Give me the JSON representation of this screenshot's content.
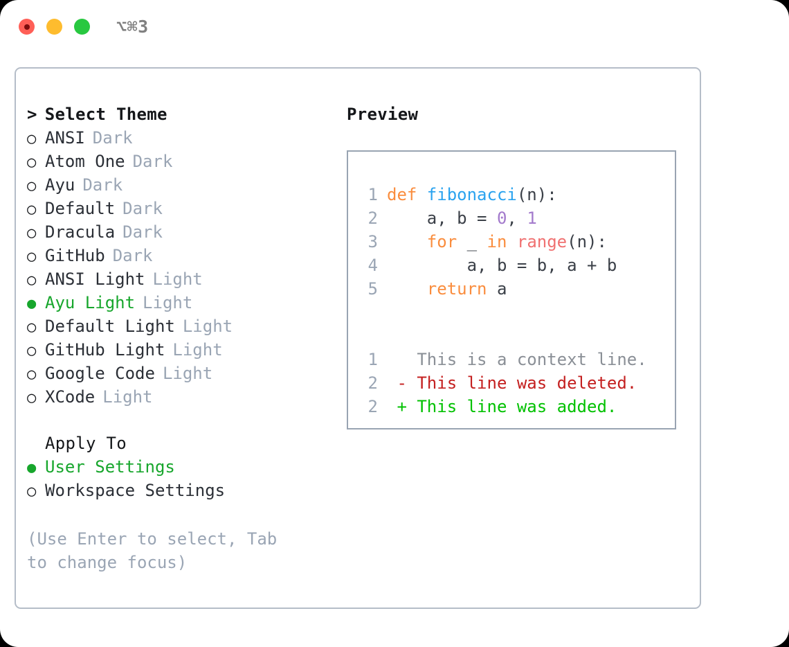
{
  "window": {
    "title": "⌥⌘3",
    "traffic_lights": [
      {
        "name": "close",
        "color": "#ff5f57"
      },
      {
        "name": "minimize",
        "color": "#febc2e"
      },
      {
        "name": "maximize",
        "color": "#28c840"
      }
    ]
  },
  "theme_picker": {
    "header": "Select Theme",
    "caret": ">",
    "marker_selected": "●",
    "marker_unselected": "○",
    "items": [
      {
        "name": "ANSI",
        "variant": "Dark",
        "selected": false
      },
      {
        "name": "Atom One",
        "variant": "Dark",
        "selected": false
      },
      {
        "name": "Ayu",
        "variant": "Dark",
        "selected": false
      },
      {
        "name": "Default",
        "variant": "Dark",
        "selected": false
      },
      {
        "name": "Dracula",
        "variant": "Dark",
        "selected": false
      },
      {
        "name": "GitHub",
        "variant": "Dark",
        "selected": false
      },
      {
        "name": "ANSI Light",
        "variant": "Light",
        "selected": false
      },
      {
        "name": "Ayu Light",
        "variant": "Light",
        "selected": true
      },
      {
        "name": "Default Light",
        "variant": "Light",
        "selected": false
      },
      {
        "name": "GitHub Light",
        "variant": "Light",
        "selected": false
      },
      {
        "name": "Google Code",
        "variant": "Light",
        "selected": false
      },
      {
        "name": "XCode",
        "variant": "Light",
        "selected": false
      }
    ]
  },
  "apply_to": {
    "header": "Apply To",
    "options": [
      {
        "label": "User Settings",
        "selected": true
      },
      {
        "label": "Workspace Settings",
        "selected": false
      }
    ]
  },
  "hint": "(Use Enter to select, Tab to change focus)",
  "preview": {
    "header": "Preview",
    "code_lines": [
      {
        "lineno": "1",
        "tokens": [
          {
            "text": "def ",
            "kind": "kw"
          },
          {
            "text": "fibonacci",
            "kind": "fn"
          },
          {
            "text": "(n):",
            "kind": "plain"
          }
        ]
      },
      {
        "lineno": "2",
        "tokens": [
          {
            "text": "    a, b = ",
            "kind": "plain"
          },
          {
            "text": "0",
            "kind": "num"
          },
          {
            "text": ", ",
            "kind": "plain"
          },
          {
            "text": "1",
            "kind": "num"
          }
        ]
      },
      {
        "lineno": "3",
        "tokens": [
          {
            "text": "    ",
            "kind": "plain"
          },
          {
            "text": "for",
            "kind": "kw"
          },
          {
            "text": " _ ",
            "kind": "plain"
          },
          {
            "text": "in",
            "kind": "kw"
          },
          {
            "text": " ",
            "kind": "plain"
          },
          {
            "text": "range",
            "kind": "builtin"
          },
          {
            "text": "(n):",
            "kind": "plain"
          }
        ]
      },
      {
        "lineno": "4",
        "tokens": [
          {
            "text": "        a, b = b, a + b",
            "kind": "plain"
          }
        ]
      },
      {
        "lineno": "5",
        "tokens": [
          {
            "text": "    ",
            "kind": "plain"
          },
          {
            "text": "return",
            "kind": "kw"
          },
          {
            "text": " a",
            "kind": "plain"
          }
        ]
      }
    ],
    "diff_lines": [
      {
        "lineno": "1",
        "sign": " ",
        "text": " This is a context line.",
        "kind": "ctx"
      },
      {
        "lineno": "2",
        "sign": "-",
        "text": " This line was deleted.",
        "kind": "del"
      },
      {
        "lineno": "2",
        "sign": "+",
        "text": " This line was added.",
        "kind": "add"
      }
    ]
  },
  "colors": {
    "accent_green": "#17a62c",
    "muted_gray": "#9aa5b4",
    "panel_border": "#b5bdc8",
    "code_border": "#99a4b2",
    "kw_orange": "#fa8d3e",
    "fn_blue": "#2aa3ef",
    "num_purple": "#a37acc",
    "builtin_salmon": "#f07171",
    "diff_del_red": "#c42020",
    "diff_add_green": "#00c100"
  }
}
